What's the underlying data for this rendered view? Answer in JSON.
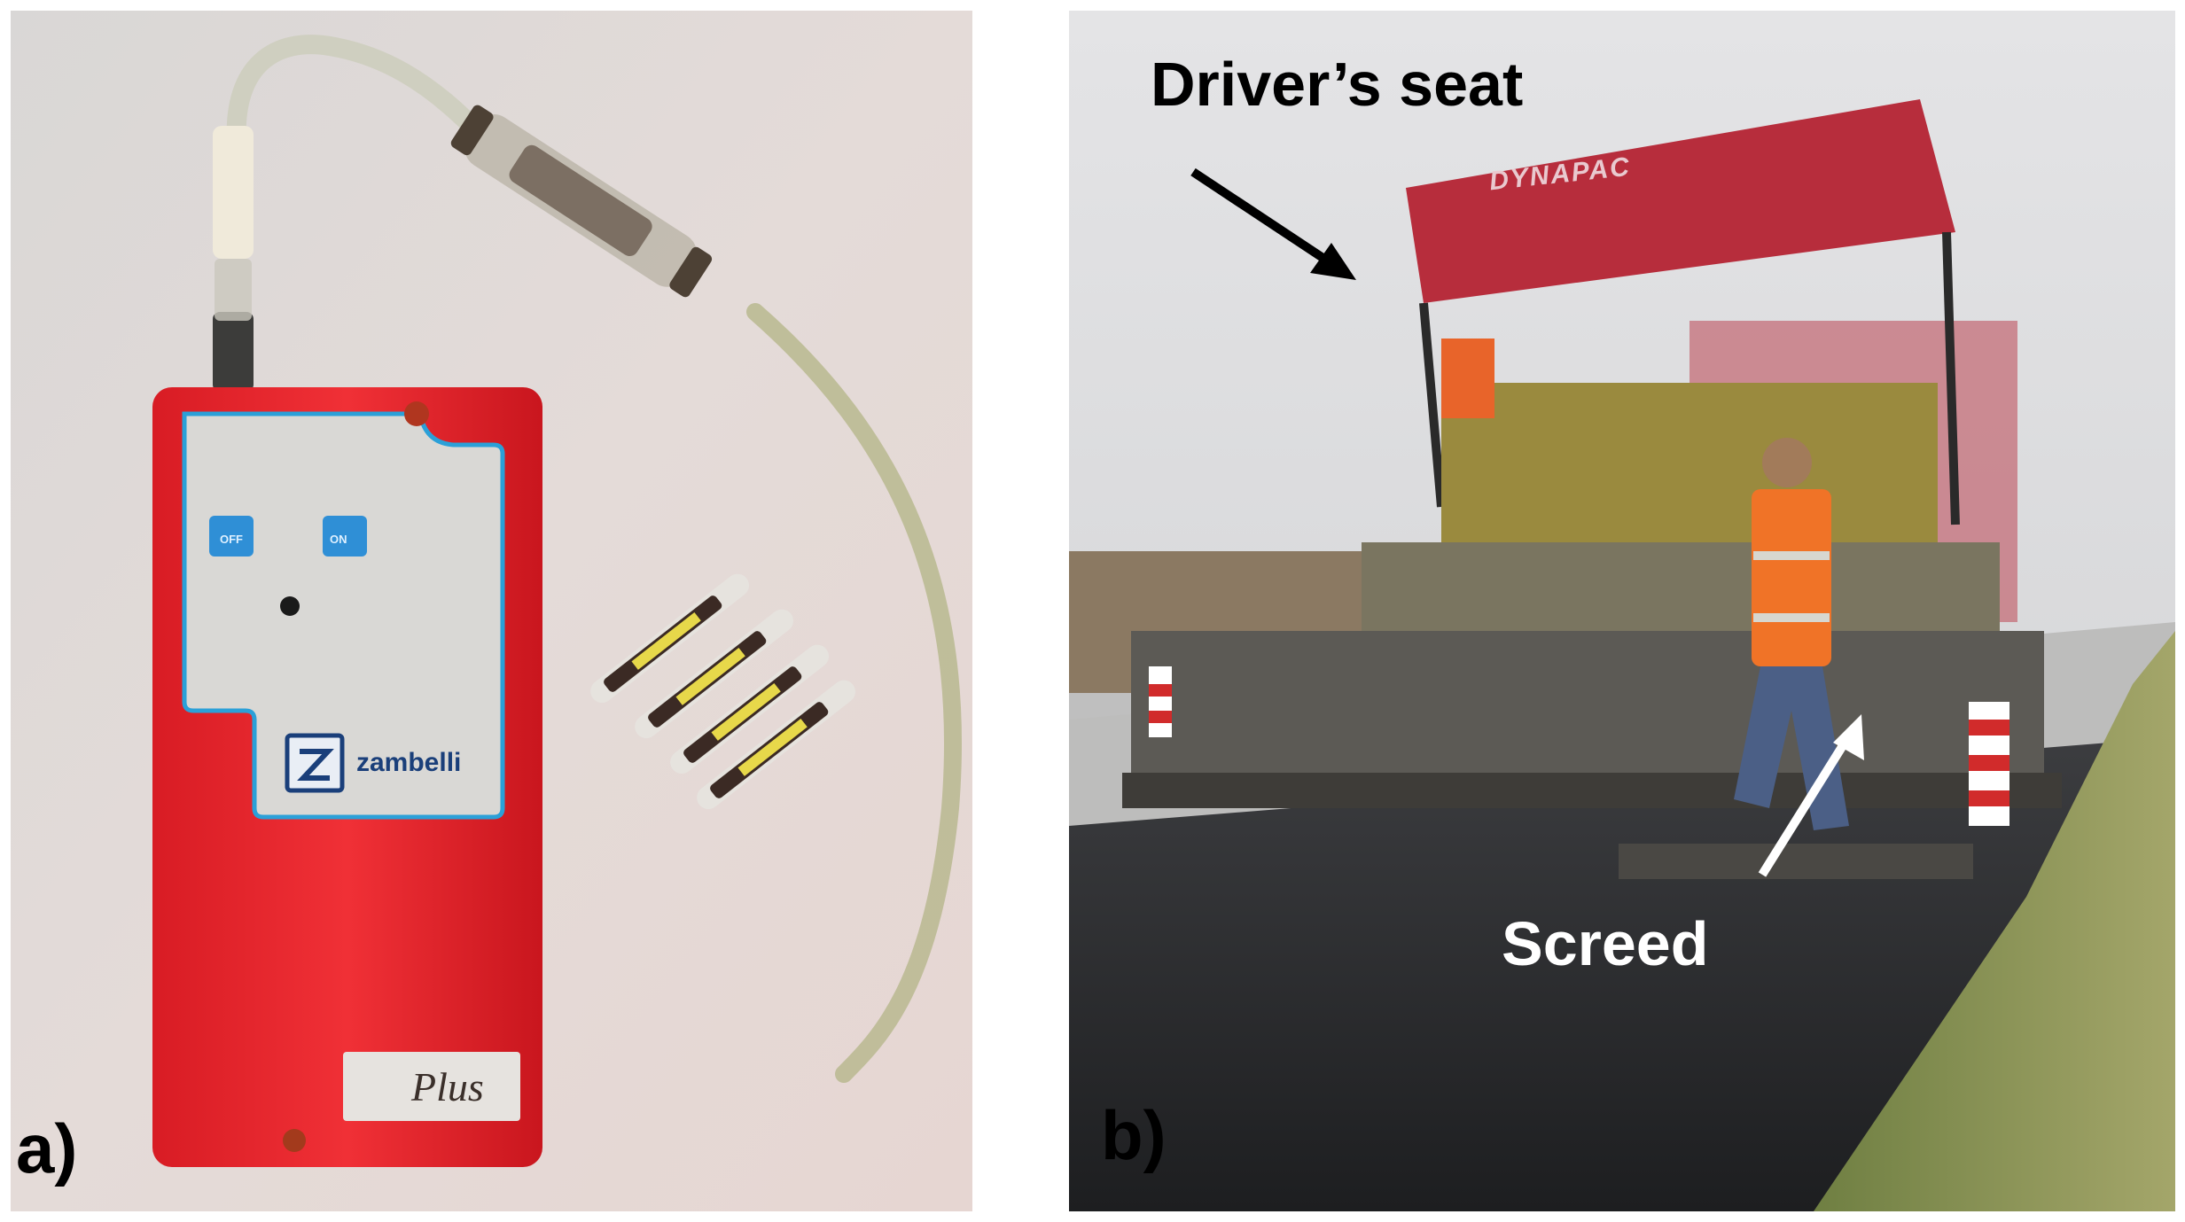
{
  "panel_a": {
    "label": "a)",
    "device": {
      "brand": "zambelli",
      "model_badge": "Plus",
      "buttons": [
        "OFF",
        "ON"
      ]
    }
  },
  "panel_b": {
    "label": "b)",
    "vehicle_brand": "DYNAPAC",
    "annotations": {
      "driver_seat": "Driver’s seat",
      "screed": "Screed"
    }
  },
  "colors": {
    "device_body": "#e8232a",
    "arrow_dark": "#000000",
    "arrow_light": "#ffffff",
    "canopy": "#b72d3c"
  }
}
